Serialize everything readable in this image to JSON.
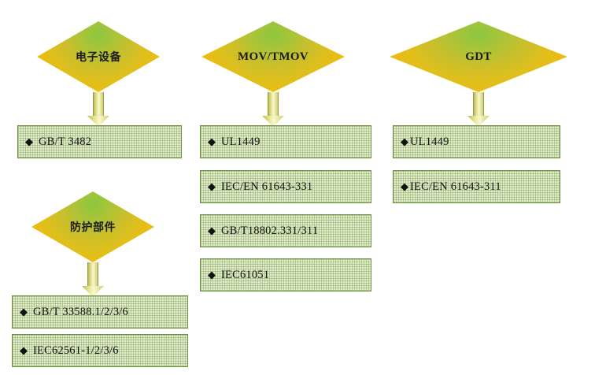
{
  "diagram": {
    "title": "Standards mapping diagram",
    "bullet_glyph": "◆",
    "colors": {
      "diamond_green": "#8cc63f",
      "diamond_yellow": "#f0bd08",
      "box_fill": "#e4eed3",
      "box_border": "#6f8f3f",
      "arrow_fill": "#e9e99a"
    },
    "columns": [
      {
        "id": "column-electronic-equipment",
        "node": {
          "label": "电子设备",
          "script": "cjk"
        },
        "boxes": [
          {
            "label": "GB/T 3482",
            "script": "latin"
          }
        ]
      },
      {
        "id": "column-mov-tmov",
        "node": {
          "label": "MOV/TMOV",
          "script": "latin"
        },
        "boxes": [
          {
            "label": "UL1449",
            "script": "latin"
          },
          {
            "label": "IEC/EN 61643-331",
            "script": "latin"
          },
          {
            "label": "GB/T18802.331/311",
            "script": "latin"
          },
          {
            "label": "IEC61051",
            "script": "latin"
          }
        ]
      },
      {
        "id": "column-gdt",
        "node": {
          "label": "GDT",
          "script": "latin"
        },
        "boxes": [
          {
            "label": "UL1449",
            "script": "latin"
          },
          {
            "label": "IEC/EN 61643-311",
            "script": "latin"
          }
        ]
      },
      {
        "id": "column-protection-component",
        "node": {
          "label": "防护部件",
          "script": "cjk"
        },
        "boxes": [
          {
            "label": "GB/T 33588.1/2/3/6",
            "script": "latin"
          },
          {
            "label": "IEC62561-1/2/3/6",
            "script": "latin"
          }
        ]
      }
    ]
  }
}
